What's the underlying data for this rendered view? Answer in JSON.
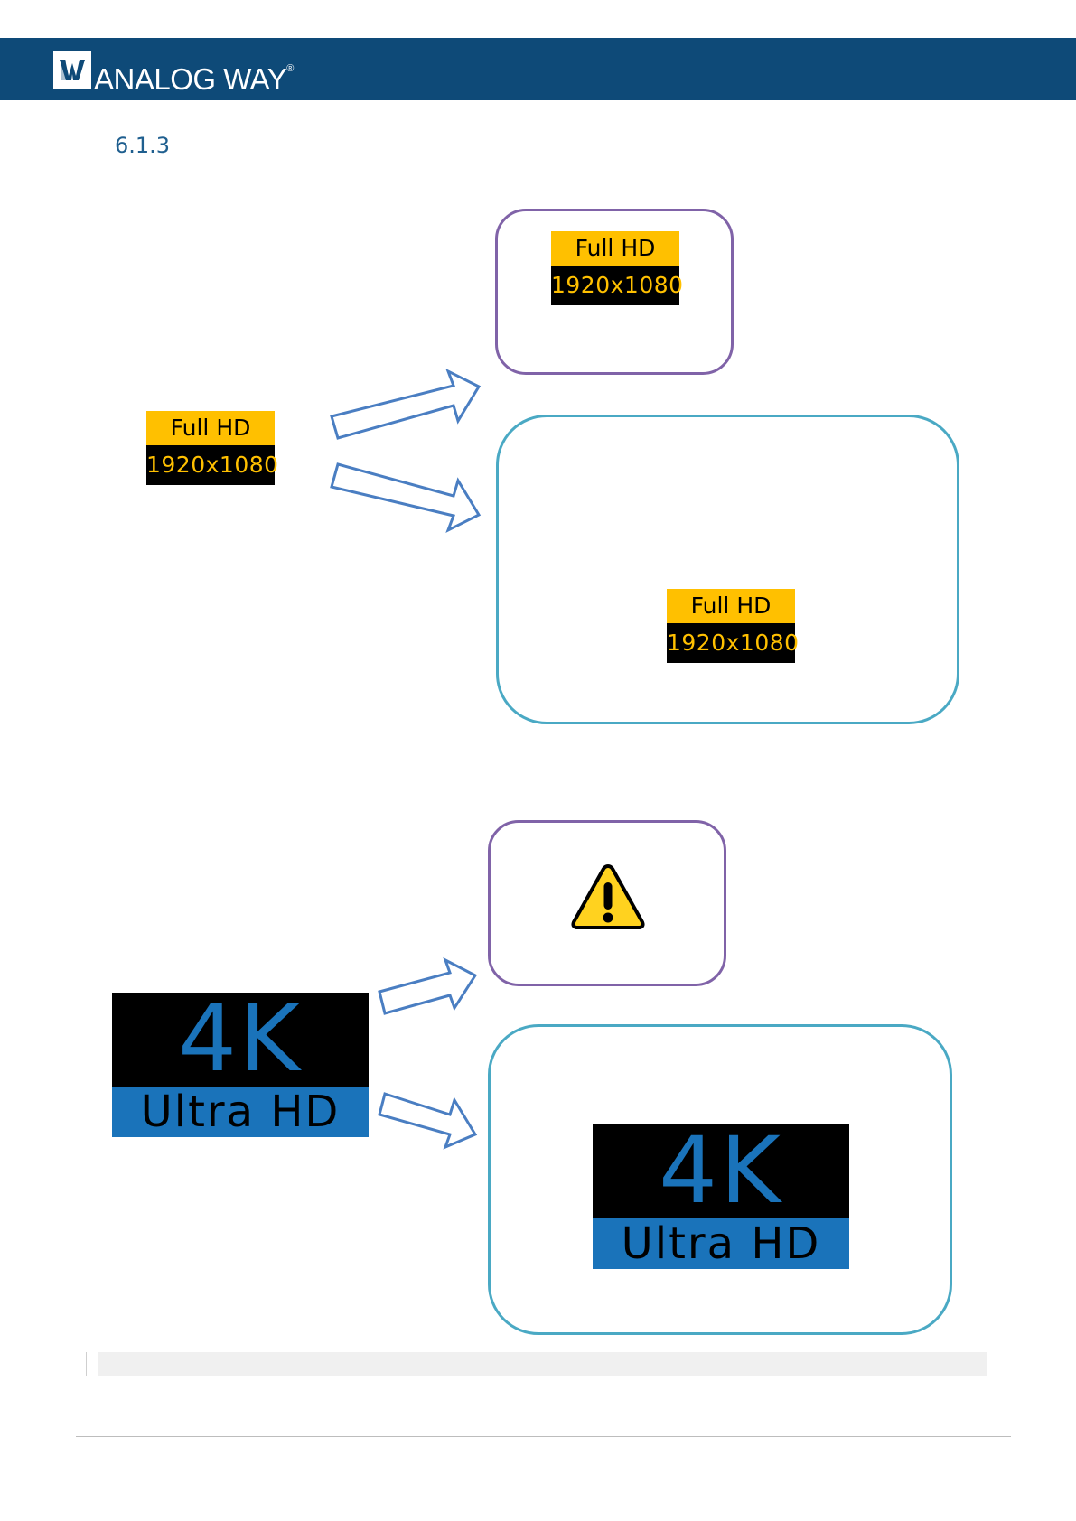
{
  "header": {
    "brand": "ANALOG WAY",
    "registered": "®",
    "background_color": "#0e4a78"
  },
  "section": {
    "number": "6.1.3"
  },
  "diagram_top": {
    "source_badge": {
      "line1": "Full HD",
      "line2": "1920x1080"
    },
    "output_small_badge": {
      "line1": "Full HD",
      "line2": "1920x1080"
    },
    "output_large_badge": {
      "line1": "Full HD",
      "line2": "1920x1080"
    }
  },
  "diagram_bottom": {
    "source_badge": {
      "line1": "4K",
      "line2": "Ultra HD"
    },
    "output_small_icon": "warning-icon",
    "output_large_badge": {
      "line1": "4K",
      "line2": "Ultra HD"
    }
  },
  "colors": {
    "fhd_yellow": "#ffc000",
    "uhd_blue": "#1a73ba",
    "screen_purple": "#8063a8",
    "screen_teal": "#4aa9c4",
    "arrow_blue": "#4a7ec2"
  }
}
